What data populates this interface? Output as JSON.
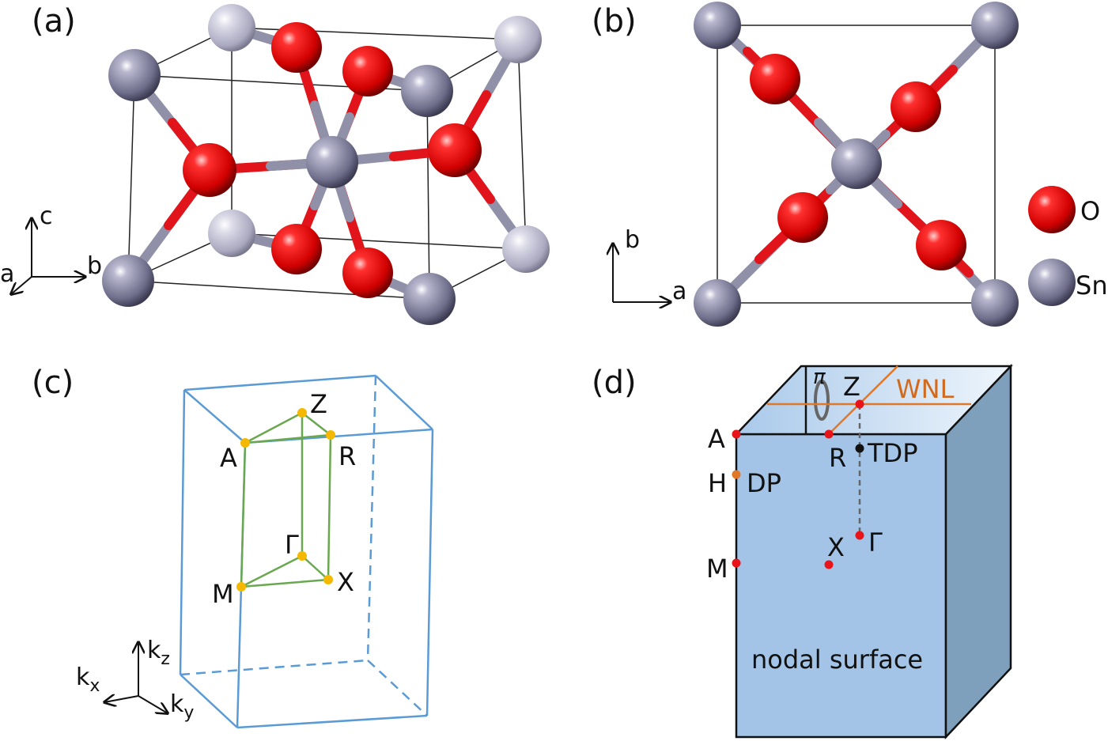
{
  "panels": {
    "a": "(a)",
    "b": "(b)",
    "c": "(c)",
    "d": "(d)"
  },
  "axes_a": {
    "c": "c",
    "a": "a",
    "b": "b"
  },
  "axes_b": {
    "b": "b",
    "a": "a"
  },
  "legend": {
    "o": "O",
    "sn": "Sn"
  },
  "bz_points": {
    "Z": "Z",
    "A": "A",
    "R": "R",
    "Gamma": "Γ",
    "M": "M",
    "X": "X"
  },
  "k_axes": {
    "kz": "k",
    "kz_sub": "z",
    "kx": "k",
    "kx_sub": "x",
    "ky": "k",
    "ky_sub": "y"
  },
  "panel_d": {
    "pi": "π",
    "Z": "Z",
    "WNL": "WNL",
    "A": "A",
    "R": "R",
    "TDP": "TDP",
    "H": "H",
    "DP": "DP",
    "M": "M",
    "X": "X",
    "Gamma": "Γ",
    "surface": "nodal surface"
  },
  "colors": {
    "oxygen": "#e0141a",
    "tin": "#7b7a96",
    "bz_edge": "#5b9bd5",
    "path": "#6aa84f",
    "point": "#f5b800",
    "box_front": "#a3c4e6",
    "box_side": "#7fa0bc",
    "line_orange": "#e0782a"
  }
}
